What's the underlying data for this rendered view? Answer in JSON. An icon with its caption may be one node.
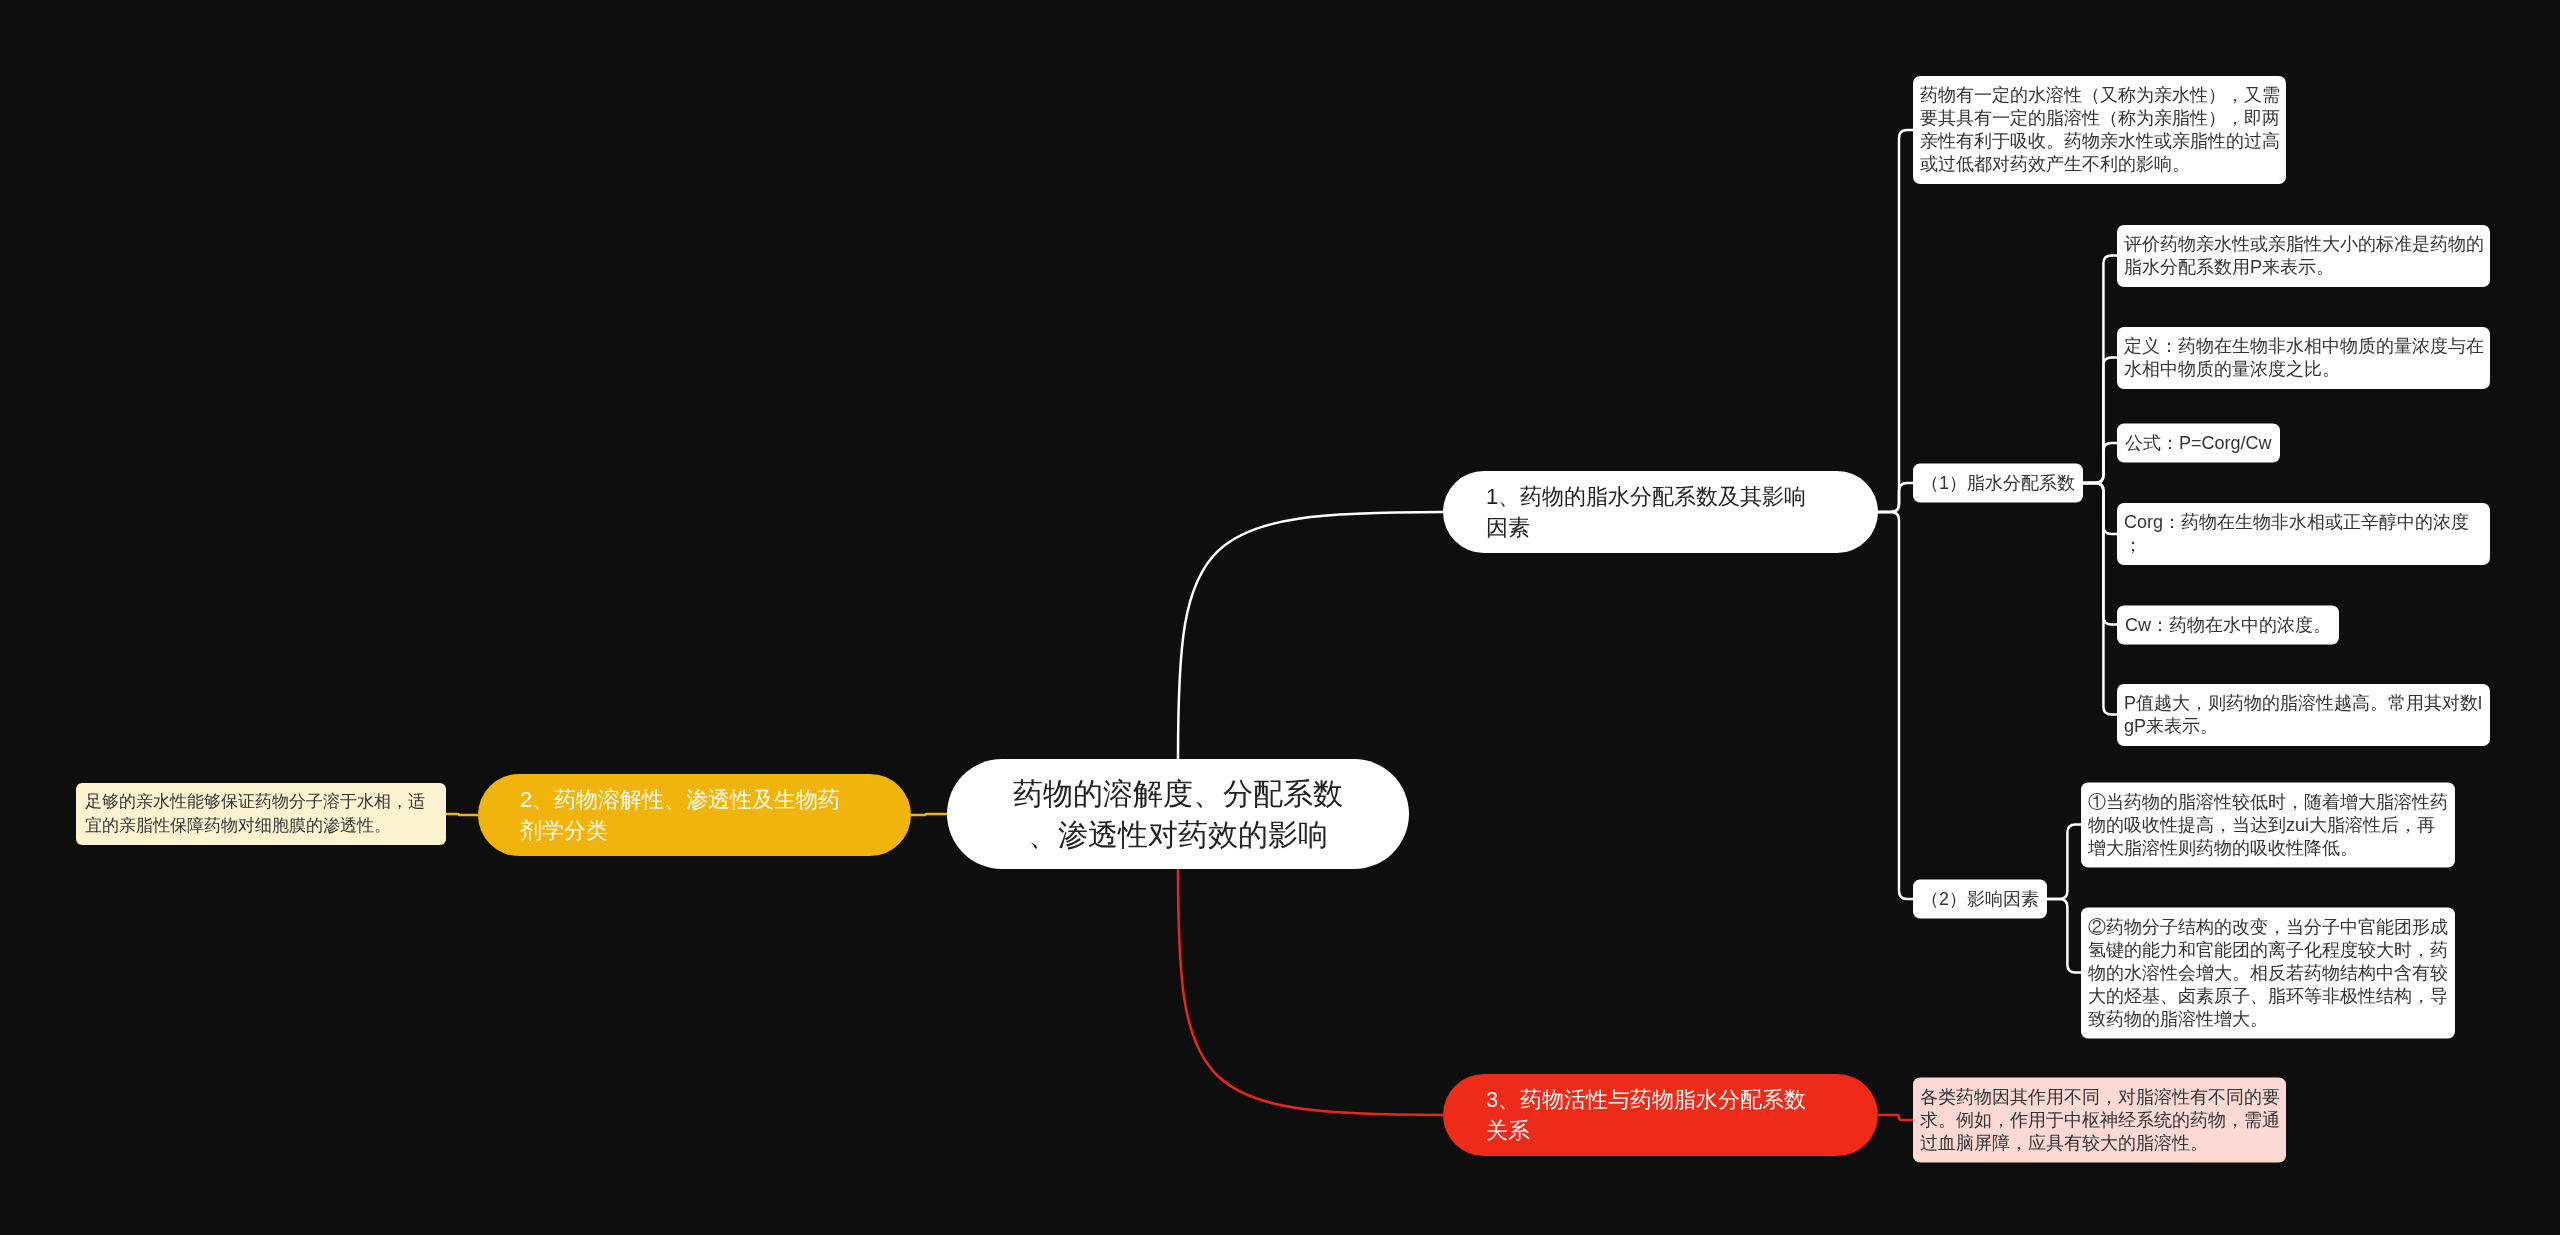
{
  "diagram": {
    "nodes": [
      {
        "text": [
          "药物的溶解度、分配系数、渗透性对药效的影响"
        ]
      },
      {
        "text": [
          "1、药物的脂水分配系数及其影响因素"
        ]
      },
      {
        "text": [
          "药物有一定的水溶性（又称为亲水性），又需要其具有一定的脂溶性（称为亲脂性），即两亲性有利于吸收。药物亲水性或亲脂性的过高或过低都对药效产生不利的影响。"
        ]
      },
      {
        "text": [
          "（1）脂水分配系数"
        ]
      },
      {
        "text": [
          "评价药物亲水性或亲脂性大小的标准是药物的脂水分配系数用P来表示。"
        ]
      },
      {
        "text": [
          "定义：药物在生物非水相中物质的量浓度与在水相中物质的量浓度之比。"
        ]
      },
      {
        "text": [
          "公式：P=Corg/Cw"
        ]
      },
      {
        "text": [
          "Corg：药物在生物非水相或正辛醇中的浓度；"
        ]
      },
      {
        "text": [
          "Cw：药物在水中的浓度。"
        ]
      },
      {
        "text": [
          "P值越大，则药物的脂溶性越高。常用其对数lgP来表示。"
        ]
      },
      {
        "text": [
          "（2）影响因素"
        ]
      },
      {
        "text": [
          "①当药物的脂溶性较低时，随着增大脂溶性药物的吸收性提高，当达到zui大脂溶性后，再增大脂溶性则药物的吸收性降低。"
        ]
      },
      {
        "text": [
          "②药物分子结构的改变，当分子中官能团形成氢键的能力和官能团的离子化程度较大时，药物的水溶性会增大。相反若药物结构中含有较大的烃基、卤素原子、脂环等非极性结构，导致药物的脂溶性增大。"
        ]
      },
      {
        "text": [
          "2、药物溶解性、渗透性及生物药剂学分类"
        ]
      },
      {
        "text": [
          "足够的亲水性能够保证药物分子溶于水相，适宜的亲脂性保障药物对细胞膜的渗透性。"
        ]
      },
      {
        "text": [
          "3、药物活性与药物脂水分配系数关系"
        ]
      },
      {
        "text": [
          "各类药物因其作用不同，对脂溶性有不同的要求。例如，作用于中枢神经系统的药物，需通过血脑屏障，应具有较大的脂溶性。"
        ]
      }
    ],
    "edges": [
      {
        "from": 0,
        "to": 1,
        "arrow": "none"
      },
      {
        "from": 0,
        "to": 13,
        "arrow": "none",
        "color": "#f0b40c"
      },
      {
        "from": 0,
        "to": 15,
        "arrow": "none",
        "color": "#e8271a"
      },
      {
        "from": 1,
        "to": 2,
        "arrow": "none"
      },
      {
        "from": 1,
        "to": 3,
        "arrow": "none"
      },
      {
        "from": 1,
        "to": 10,
        "arrow": "none"
      },
      {
        "from": 3,
        "to": 4,
        "arrow": "none"
      },
      {
        "from": 3,
        "to": 5,
        "arrow": "none"
      },
      {
        "from": 3,
        "to": 6,
        "arrow": "none"
      },
      {
        "from": 3,
        "to": 7,
        "arrow": "none"
      },
      {
        "from": 3,
        "to": 8,
        "arrow": "none"
      },
      {
        "from": 3,
        "to": 9,
        "arrow": "none"
      },
      {
        "from": 10,
        "to": 11,
        "arrow": "none"
      },
      {
        "from": 10,
        "to": 12,
        "arrow": "none"
      },
      {
        "from": 13,
        "to": 14,
        "arrow": "none",
        "color": "#f0b40c"
      },
      {
        "from": 15,
        "to": 16,
        "arrow": "none",
        "color": "#e8271a"
      }
    ]
  }
}
